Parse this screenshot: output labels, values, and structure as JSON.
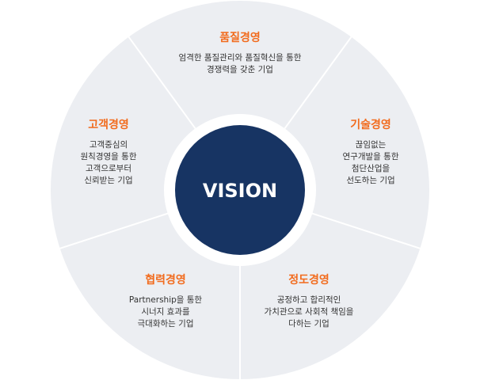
{
  "colors": {
    "wheel_fill": "#eceef2",
    "divider": "#ffffff",
    "ring": "#ffffff",
    "center_fill": "#173463",
    "accent": "#f26b1d",
    "text": "#333333"
  },
  "center": {
    "label": "VISION"
  },
  "segments": [
    {
      "title": "품질경영",
      "lines": [
        "엄격한 품질관리와 품질혁신을 통한",
        "경쟁력을 갖춘 기업"
      ]
    },
    {
      "title": "기술경영",
      "lines": [
        "끊임없는",
        "연구개발을 통한",
        "첨단산업을",
        "선도하는 기업"
      ]
    },
    {
      "title": "정도경영",
      "lines": [
        "공정하고 합리적인",
        "가치관으로 사회적 책임을",
        "다하는 기업"
      ]
    },
    {
      "title": "협력경영",
      "lines": [
        "Partnership을 통한",
        "시너지 효과를",
        "극대화하는 기업"
      ]
    },
    {
      "title": "고객경영",
      "lines": [
        "고객중심의",
        "원칙경영을 통한",
        "고객으로부터",
        "신뢰받는 기업"
      ]
    }
  ]
}
